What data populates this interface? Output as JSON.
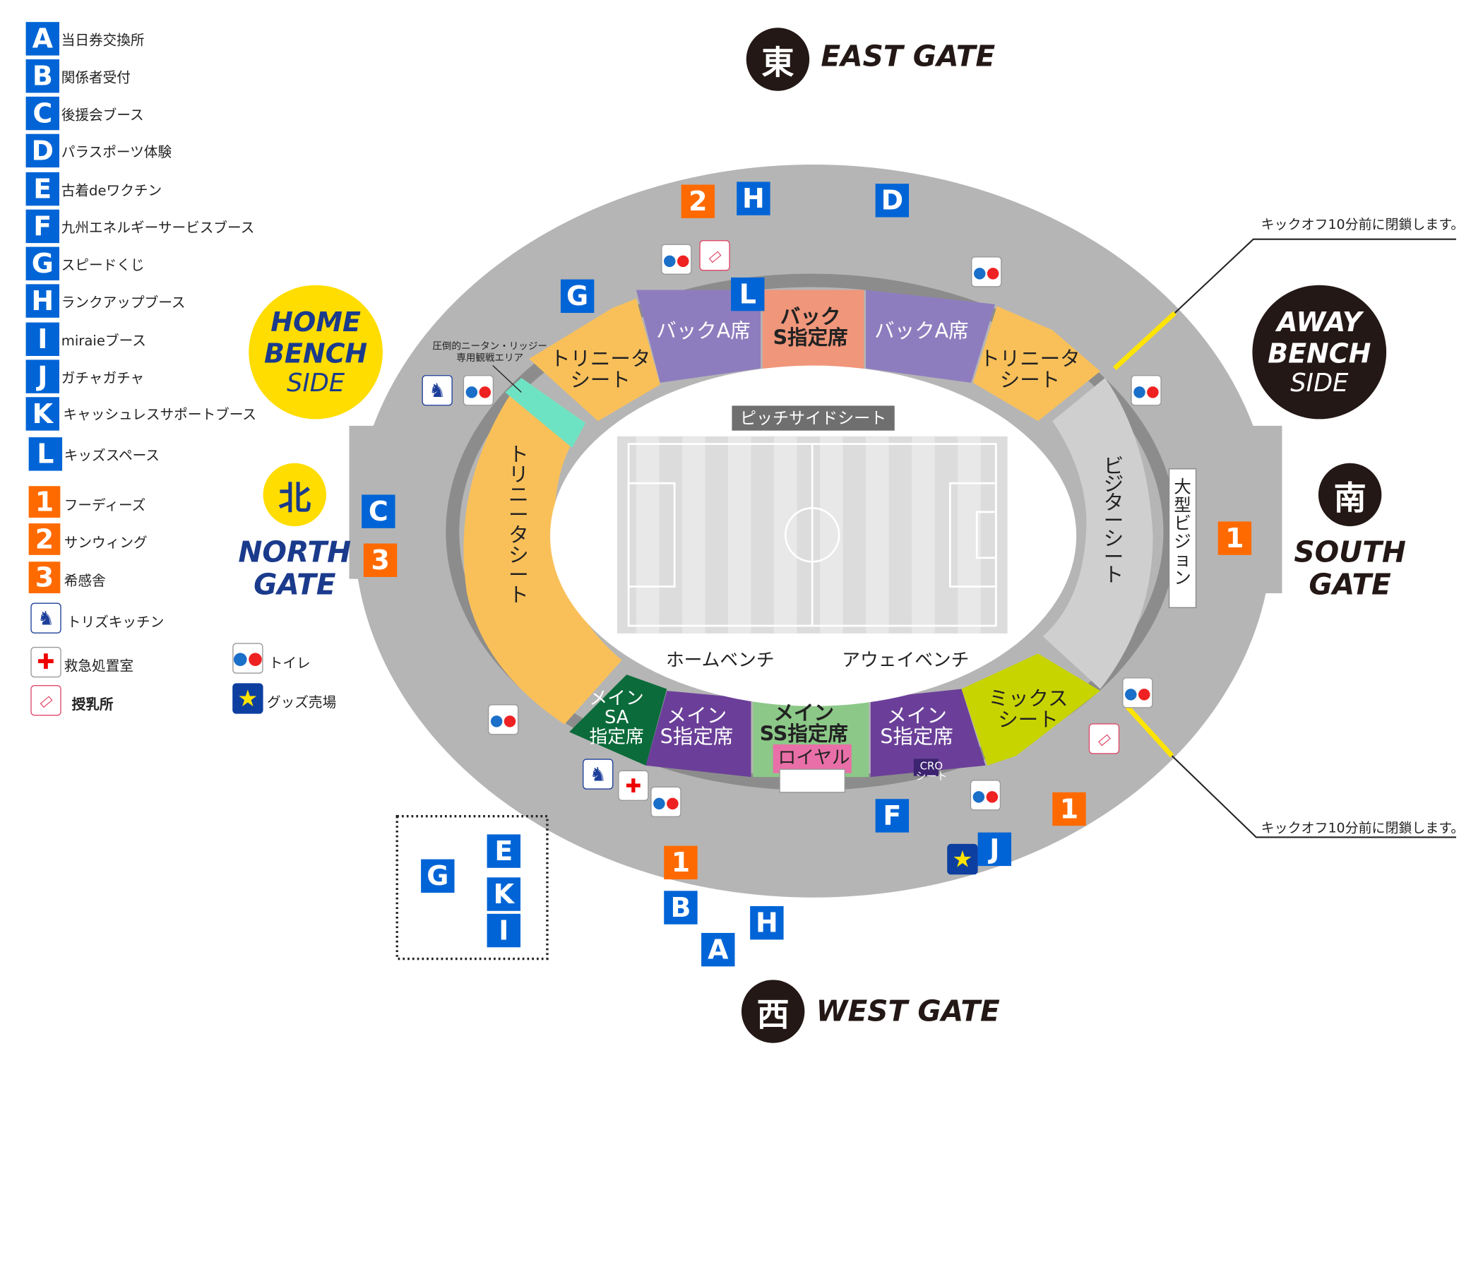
{
  "legend": {
    "letters": [
      {
        "key": "A",
        "label": "当日券交換所"
      },
      {
        "key": "B",
        "label": "関係者受付"
      },
      {
        "key": "C",
        "label": "後援会ブース"
      },
      {
        "key": "D",
        "label": "パラスポーツ体験"
      },
      {
        "key": "E",
        "label": "古着deワクチン"
      },
      {
        "key": "F",
        "label": "九州エネルギーサービスブース"
      },
      {
        "key": "G",
        "label": "スピードくじ"
      },
      {
        "key": "H",
        "label": "ランクアップブース"
      },
      {
        "key": "I",
        "label": "miraieブース"
      },
      {
        "key": "J",
        "label": "ガチャガチャ"
      },
      {
        "key": "K",
        "label": "キャッシュレスサポートブース"
      },
      {
        "key": "L",
        "label": "キッズスペース"
      }
    ],
    "numbers": [
      {
        "key": "1",
        "label": "フーディーズ"
      },
      {
        "key": "2",
        "label": "サンウィング"
      },
      {
        "key": "3",
        "label": "希感舎"
      }
    ],
    "icons": [
      {
        "icon": "mascot-kitchen-icon",
        "label": "トリズキッチン"
      },
      {
        "icon": "first-aid-icon",
        "label": "救急処置室"
      },
      {
        "icon": "baby-bottle-icon",
        "label": "授乳所"
      },
      {
        "icon": "restroom-icon",
        "label": "トイレ"
      },
      {
        "icon": "star-icon",
        "label": "グッズ売場"
      }
    ]
  },
  "gates": {
    "east": {
      "kanji": "東",
      "label": "EAST GATE"
    },
    "west": {
      "kanji": "西",
      "label": "WEST GATE"
    },
    "north": {
      "kanji": "北",
      "line1": "NORTH",
      "line2": "GATE"
    },
    "south": {
      "kanji": "南",
      "line1": "SOUTH",
      "line2": "GATE"
    }
  },
  "benches": {
    "home": {
      "line1": "HOME",
      "line2": "BENCH",
      "line3": "SIDE"
    },
    "away": {
      "line1": "AWAY",
      "line2": "BENCH",
      "line3": "SIDE"
    }
  },
  "seats": {
    "trinita_nw": "トリニータ\nシート",
    "back_a_left": "バックA席",
    "back_s": "バック\nS指定席",
    "back_a_right": "バックA席",
    "trinita_ne": "トリニータ\nシート",
    "trinita_north": "トリニータシート",
    "visitor": "ビジターシート",
    "main_sa": "メイン\nSA\n指定席",
    "main_s_left": "メイン\nS指定席",
    "main_ss": "メイン\nSS指定席",
    "royal": "ロイヤル",
    "main_s_right": "メイン\nS指定席",
    "cro": "CRO\nシート",
    "mixed": "ミックス\nシート"
  },
  "labels": {
    "pitchside": "ピッチサイドシート",
    "home_bench": "ホームベンチ",
    "away_bench": "アウェイベンチ",
    "vision": "大型ビジョン",
    "ninetan": "圧倒的ニータン・リッジー\n専用観戦エリア",
    "note_top": "キックオフ10分前に閉鎖します。",
    "note_bottom": "キックオフ10分前に閉鎖します。"
  },
  "markers": {
    "m2": "2",
    "mH1": "H",
    "mD": "D",
    "mG1": "G",
    "mL": "L",
    "mC": "C",
    "m3": "3",
    "m1s": "1",
    "mF": "F",
    "m1e": "1",
    "m1w": "1",
    "mB": "B",
    "mH2": "H",
    "mA": "A",
    "mJ": "J",
    "mG2": "G",
    "mE": "E",
    "mK": "K",
    "mI": "I"
  },
  "colors": {
    "blue": "#0064D6",
    "orange": "#FF6A00",
    "yellow": "#FFDD00",
    "dark": "#231815"
  }
}
